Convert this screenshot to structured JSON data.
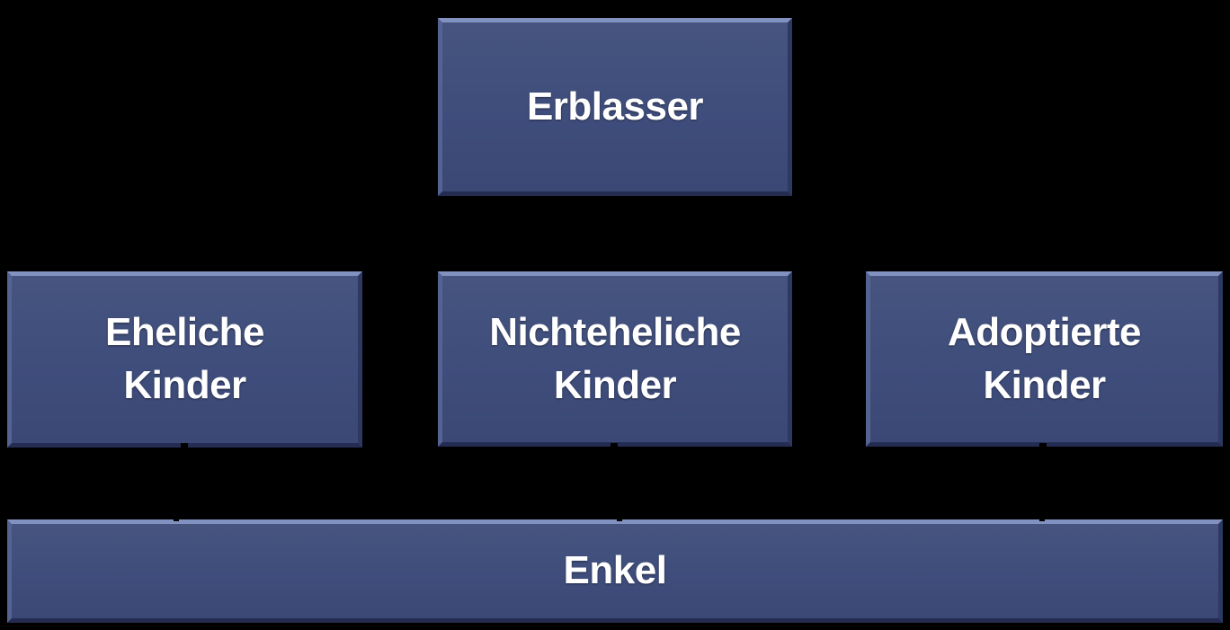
{
  "diagram": {
    "type": "hierarchy",
    "background_color": "#000000",
    "palette": {
      "box_fill": "#3F4D7C",
      "bevel_highlight": "#8191C0",
      "bevel_shadow": "#242C51",
      "text_color": "#FFFFFF"
    },
    "nodes": {
      "erblasser": {
        "label": "Erblasser",
        "level": 1
      },
      "eheliche_kinder": {
        "label": "Eheliche\nKinder",
        "level": 2
      },
      "nichteheliche_kinder": {
        "label": "Nichteheliche\nKinder",
        "level": 2
      },
      "adoptierte_kinder": {
        "label": "Adoptierte\nKinder",
        "level": 2
      },
      "enkel": {
        "label": "Enkel",
        "level": 3
      }
    }
  }
}
